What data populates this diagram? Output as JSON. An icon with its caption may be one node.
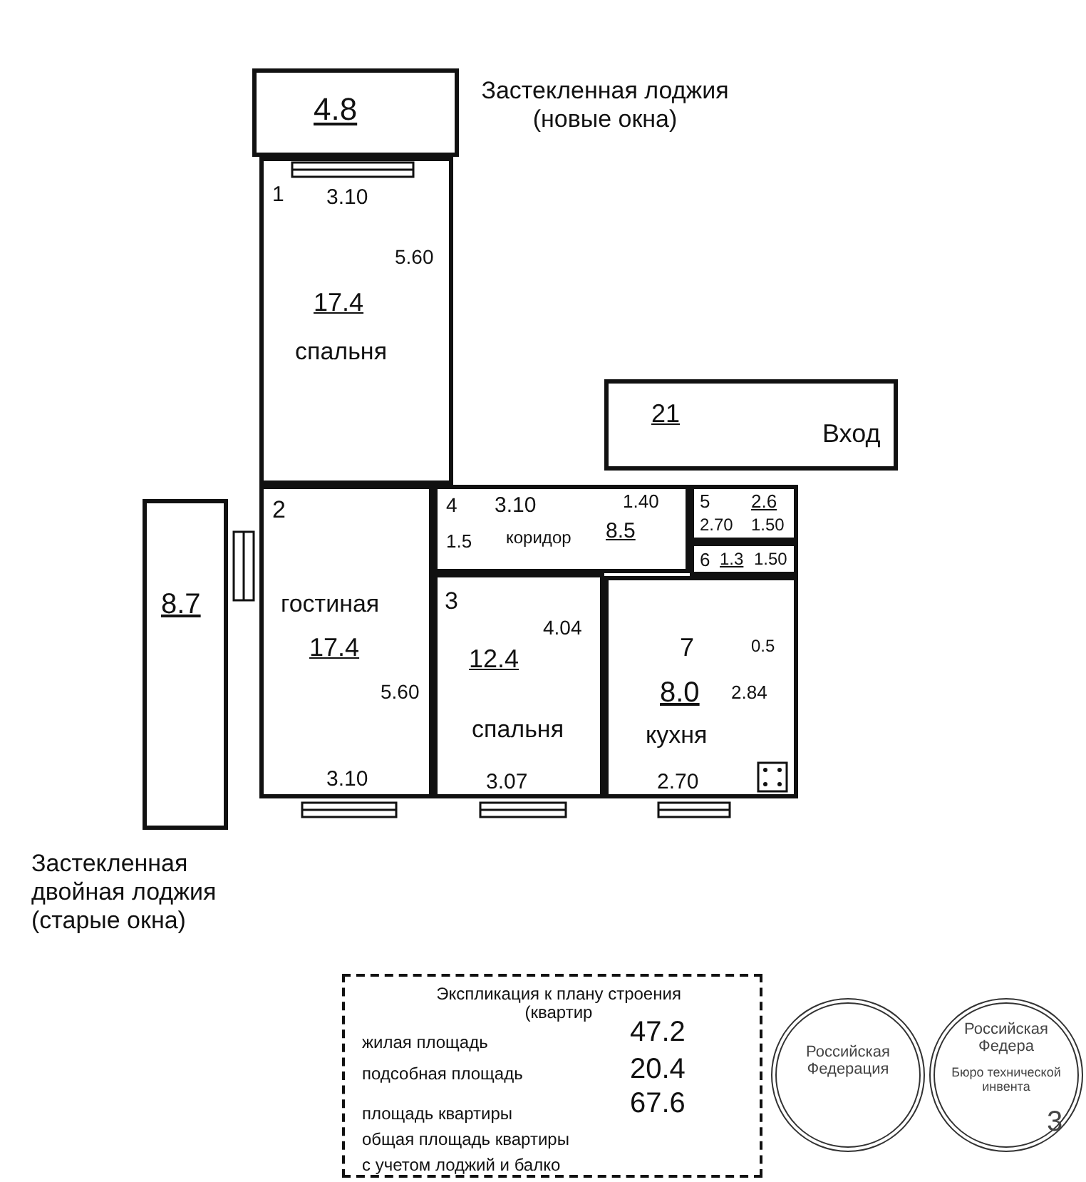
{
  "diagram": {
    "nodes": [
      {
        "text": [
          "4.8"
        ]
      },
      {
        "text": [
          "1",
          "3.10",
          "17.4",
          "спальня",
          "5.60"
        ]
      },
      {
        "text": [
          "2",
          "гостиная",
          "17.4",
          "5.60",
          "3.10"
        ]
      },
      {
        "text": [
          "8.7"
        ]
      },
      {
        "text": [
          "4",
          "1.5",
          "3.10",
          "коридор",
          "1.40",
          "8.5"
        ]
      },
      {
        "text": [
          "21",
          "Вход"
        ]
      },
      {
        "text": [
          "5",
          "2.6",
          "2.70",
          "1.50"
        ]
      },
      {
        "text": [
          "6",
          "1.3",
          "1.50"
        ]
      },
      {
        "text": [
          "3",
          "12.4",
          "спальня",
          "4.04",
          "3.07"
        ]
      },
      {
        "text": [
          "7",
          "8.0",
          "2.84",
          "0.5",
          "кухня",
          "2.70"
        ]
      },
      {
        "text": [
          "Экспликация к плану строения (квартир",
          "жилая площадь",
          "47.2",
          "подсобная площадь",
          "20.4",
          "площадь квартиры",
          "67.6",
          "общая площадь квартиры",
          "с учетом лоджий и балко"
        ]
      },
      {
        "text": [
          "Российская Федерация"
        ]
      },
      {
        "text": [
          "Российская Федера",
          "Бюро технической инвента",
          "3"
        ]
      }
    ],
    "labels": [
      "Застекленная лоджия (новые окна)",
      "Застекленная двойная лоджия (старые окна)"
    ]
  }
}
